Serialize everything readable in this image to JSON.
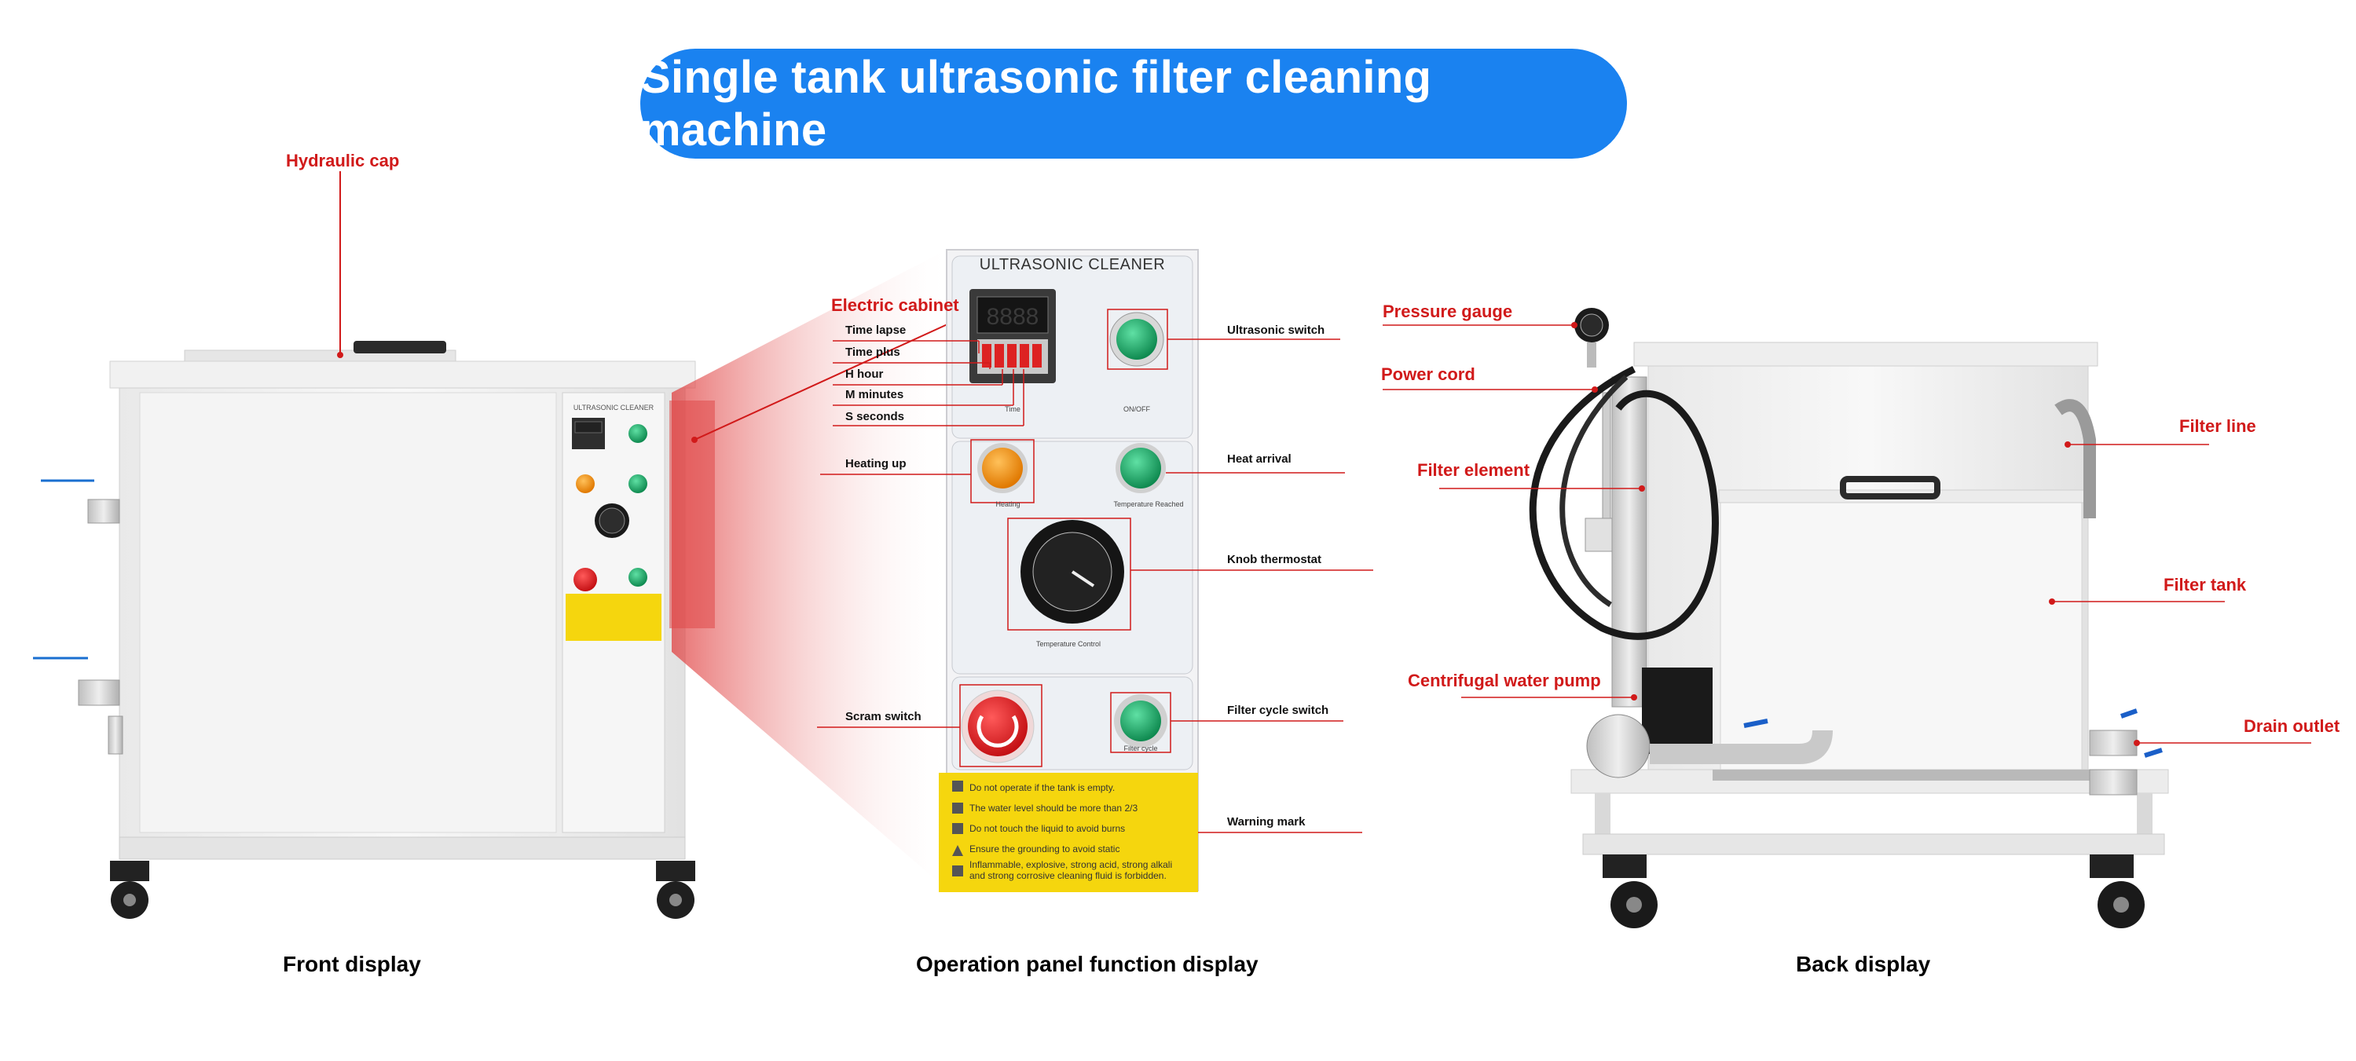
{
  "title": "Single tank ultrasonic filter cleaning machine",
  "captions": {
    "front": "Front display",
    "panel": "Operation panel function display",
    "back": "Back display"
  },
  "front_labels": {
    "hydraulic_cap": "Hydraulic cap",
    "electric_cabinet": "Electric cabinet"
  },
  "panel": {
    "header": "ULTRASONIC CLEANER",
    "timer_display": "8888",
    "timer_caption": "Time",
    "onoff_caption": "ON/OFF",
    "heating_caption": "Heating",
    "temp_reached_caption": "Temperature Reached",
    "temp_control_caption": "Temperature Control",
    "filter_cycle_caption": "Filter cycle",
    "labels": {
      "time_lapse": "Time lapse",
      "time_plus": "Time plus",
      "h_hour": "H hour",
      "m_minutes": "M minutes",
      "s_seconds": "S seconds",
      "heating_up": "Heating up",
      "scram_switch": "Scram switch",
      "ultrasonic_switch": "Ultrasonic switch",
      "heat_arrival": "Heat arrival",
      "knob_thermostat": "Knob thermostat",
      "filter_cycle_switch": "Filter cycle switch",
      "warning_mark": "Warning mark"
    },
    "warnings": [
      "Do not operate if the tank is empty.",
      "The water level should be more than 2/3",
      "Do not touch the liquid to avoid burns",
      "Ensure the grounding to avoid static",
      "Inflammable, explosive, strong acid, strong alkali",
      "and strong corrosive cleaning fluid is forbidden."
    ]
  },
  "back_labels": {
    "pressure_gauge": "Pressure gauge",
    "power_cord": "Power cord",
    "filter_element": "Filter element",
    "centrifugal_water_pump": "Centrifugal water pump",
    "filter_line": "Filter line",
    "filter_tank": "Filter tank",
    "drain_outlet": "Drain outlet"
  },
  "colors": {
    "title_bg": "#1a82f0",
    "label_red": "#d11a1a",
    "panel_yellow": "#f5d60e",
    "button_green": "#1fa86a",
    "button_orange": "#f2910d",
    "scram_red": "#e3262b"
  }
}
